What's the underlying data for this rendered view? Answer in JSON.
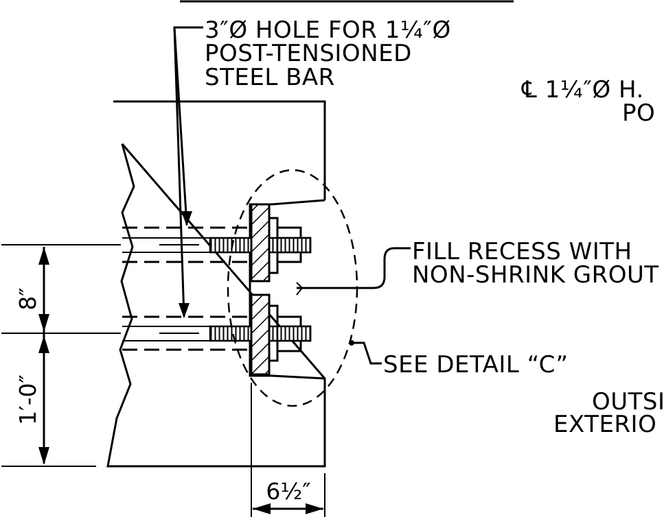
{
  "callouts": {
    "hole_line1": "3″Ø HOLE FOR 1¼″Ø",
    "hole_line2": "POST-TENSIONED",
    "hole_line3": "STEEL BAR",
    "cl_line1": "℄ 1¼″Ø H.",
    "cl_line2": "PO",
    "fill_line1": "FILL RECESS WITH",
    "fill_line2": "NON-SHRINK GROUT",
    "see_detail": "SEE DETAIL “C”",
    "outside_partial": "OUTSI",
    "exterior_partial": "EXTERIO"
  },
  "dimensions": {
    "vertical_upper": "8″",
    "vertical_lower": "1′-0″",
    "horizontal_bottom": "6½″"
  },
  "colors": {
    "ink": "#000000",
    "paper": "#ffffff"
  }
}
